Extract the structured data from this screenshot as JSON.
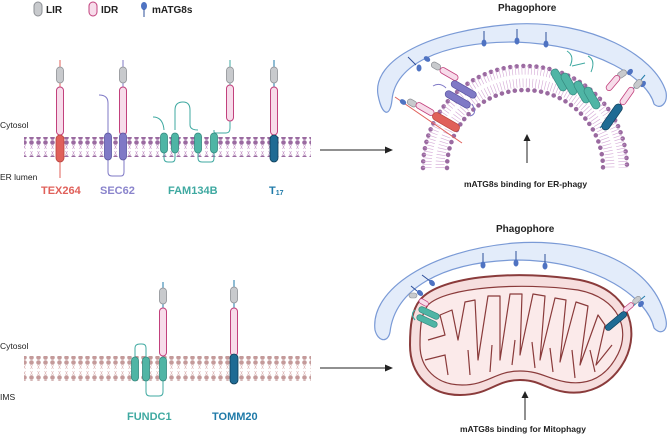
{
  "legend": {
    "items": [
      {
        "label": "LIR",
        "icon": "lir-icon"
      },
      {
        "label": "IDR",
        "icon": "idr-icon"
      },
      {
        "label": "mATG8s",
        "icon": "matg8s-icon"
      }
    ]
  },
  "colors": {
    "lir": "#b9bcc0",
    "idr": "#c2417d",
    "idr_fill": "#f7dcea",
    "matg8s": "#4f73c2",
    "er_lipid": "#9a6aa0",
    "mito_lipid": "#c49a9a",
    "phagophore_fill": "#e3ecfa",
    "phagophore_stroke": "#7a9ad6",
    "mito_fill": "#f6dede",
    "mito_stroke": "#8a3b3b",
    "tex264": "#e0605a",
    "sec62": "#7f79c6",
    "fam134b": "#4fb5a5",
    "t17": "#1f6b94",
    "fundc1": "#4fb5a5",
    "tomm20": "#1f6b94"
  },
  "er_panel": {
    "cytosol_label": "Cytosol",
    "lumen_label": "ER lumen",
    "proteins": [
      {
        "name": "TEX264",
        "color": "#e0605a"
      },
      {
        "name": "SEC62",
        "color": "#8a84cc"
      },
      {
        "name": "FAM134B",
        "color": "#3fa9a1"
      },
      {
        "name": "T",
        "subscript": "17",
        "color": "#1f7aa8"
      }
    ],
    "phagophore_label": "Phagophore",
    "caption": "mATG8s binding for ER-phagy"
  },
  "mito_panel": {
    "cytosol_label": "Cytosol",
    "ims_label": "IMS",
    "proteins": [
      {
        "name": "FUNDC1",
        "color": "#3fa9a1"
      },
      {
        "name": "TOMM20",
        "color": "#1f7aa8"
      }
    ],
    "phagophore_label": "Phagophore",
    "caption": "mATG8s binding for Mitophagy"
  }
}
